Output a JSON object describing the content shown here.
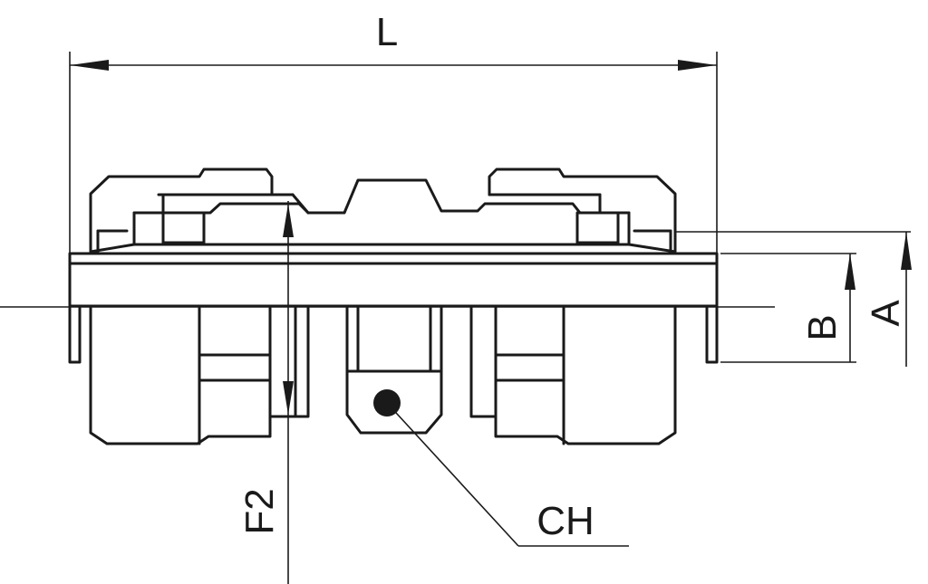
{
  "dimensions": {
    "length_label": "L",
    "outer_diameter_label": "A",
    "tube_diameter_label": "B",
    "thread_label": "F2",
    "hex_label": "CH"
  },
  "colors": {
    "line": "#1a1a1a",
    "background": "#ffffff"
  }
}
